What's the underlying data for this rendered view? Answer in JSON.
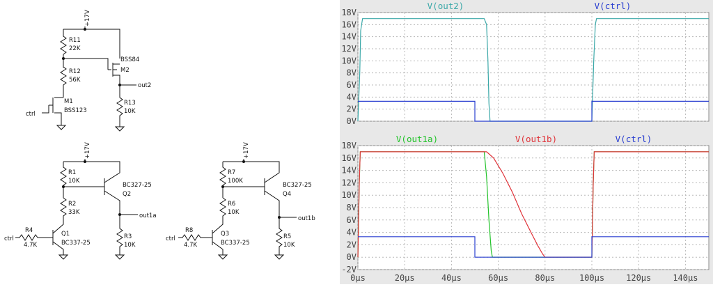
{
  "schematic": {
    "supply": "+17V",
    "ctrl": "ctrl",
    "circuit1": {
      "r11": "R11",
      "r11_val": "22K",
      "r12": "R12",
      "r12_val": "56K",
      "r13": "R13",
      "r13_val": "10K",
      "m1": "M1",
      "m1_part": "BSS123",
      "m2": "M2",
      "m2_part": "BSS84",
      "out": "out2"
    },
    "circuit2": {
      "r1": "R1",
      "r1_val": "10K",
      "r2": "R2",
      "r2_val": "33K",
      "r3": "R3",
      "r3_val": "10K",
      "r4": "R4",
      "r4_val": "4.7K",
      "q1": "Q1",
      "q1_part": "BC337-25",
      "q2": "Q2",
      "q2_part": "BC327-25",
      "out": "out1a"
    },
    "circuit3": {
      "r7": "R7",
      "r7_val": "100K",
      "r6": "R6",
      "r6_val": "10K",
      "r5": "R5",
      "r5_val": "10K",
      "r8": "R8",
      "r8_val": "4.7K",
      "q3": "Q3",
      "q3_part": "BC337-25",
      "q4": "Q4",
      "q4_part": "BC327-25",
      "out": "out1b"
    }
  },
  "chart_data": [
    {
      "type": "line",
      "xlim": [
        0,
        150
      ],
      "ylim": [
        0,
        18
      ],
      "xticks": [],
      "yticks": [
        "0V",
        "2V",
        "4V",
        "6V",
        "8V",
        "10V",
        "12V",
        "14V",
        "16V",
        "18V"
      ],
      "yvals": [
        0,
        2,
        4,
        6,
        8,
        10,
        12,
        14,
        16,
        18
      ],
      "grid": true,
      "series": [
        {
          "name": "V(out2)",
          "color": "#3aa8a8",
          "x": [
            0,
            0.8,
            1.2,
            2,
            54,
            55,
            55.6,
            56,
            56.5,
            100,
            100.8,
            101.5,
            102,
            150
          ],
          "y": [
            0,
            8,
            15,
            17,
            17,
            16,
            10,
            3,
            0,
            0,
            10,
            16,
            17,
            17
          ]
        },
        {
          "name": "V(ctrl)",
          "color": "#2a3fd0",
          "x": [
            0,
            50,
            50,
            100,
            100,
            150
          ],
          "y": [
            3.3,
            3.3,
            0,
            0,
            3.3,
            3.3
          ]
        }
      ]
    },
    {
      "type": "line",
      "xlim": [
        0,
        150
      ],
      "ylim": [
        -2,
        18
      ],
      "xticks": [
        "0µs",
        "20µs",
        "40µs",
        "60µs",
        "80µs",
        "100µs",
        "120µs",
        "140µs"
      ],
      "xvals": [
        0,
        20,
        40,
        60,
        80,
        100,
        120,
        140
      ],
      "yticks": [
        "-2V",
        "0V",
        "2V",
        "4V",
        "6V",
        "8V",
        "10V",
        "12V",
        "14V",
        "16V",
        "18V"
      ],
      "yvals": [
        -2,
        0,
        2,
        4,
        6,
        8,
        10,
        12,
        14,
        16,
        18
      ],
      "grid": true,
      "series": [
        {
          "name": "V(out1a)",
          "color": "#22c32a",
          "x": [
            0,
            0.6,
            1,
            54,
            55,
            56,
            57,
            57.5,
            100,
            100.6,
            101,
            150
          ],
          "y": [
            0,
            12,
            17,
            17,
            13,
            6,
            1,
            0,
            0,
            12,
            17,
            17
          ]
        },
        {
          "name": "V(out1b)",
          "color": "#e0343a",
          "x": [
            0,
            0.6,
            1,
            55,
            58,
            62,
            66,
            70,
            74,
            77,
            79,
            80,
            100,
            100.6,
            101,
            150
          ],
          "y": [
            0,
            12,
            17,
            17,
            16,
            13.5,
            10.5,
            7,
            4,
            1.8,
            0.5,
            0,
            0,
            12,
            17,
            17
          ]
        },
        {
          "name": "V(ctrl)",
          "color": "#2a3fd0",
          "x": [
            0,
            50,
            50,
            100,
            100,
            150
          ],
          "y": [
            3.3,
            3.3,
            0,
            0,
            3.3,
            3.3
          ]
        }
      ]
    }
  ]
}
